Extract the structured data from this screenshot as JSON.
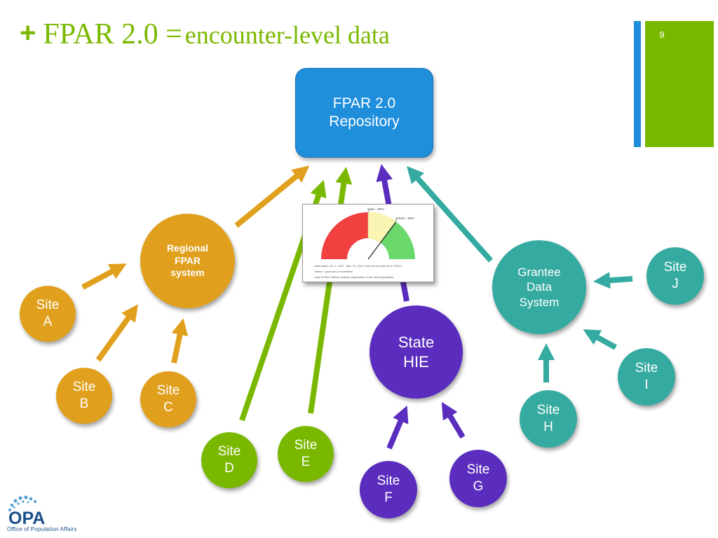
{
  "slide": {
    "title_plus": "+",
    "title_main": "FPAR 2.0 =",
    "title_sub": "encounter-level data",
    "page_number": "9"
  },
  "diagram": {
    "repository": "FPAR 2.0\nRepository",
    "regional": "Regional\nFPAR\nsystem",
    "state_hie": "State\nHIE",
    "grantee": "Grantee\nData\nSystem",
    "sites": {
      "a": "Site\nA",
      "b": "Site\nB",
      "c": "Site\nC",
      "d": "Site\nD",
      "e": "Site\nE",
      "f": "Site\nF",
      "g": "Site\nG",
      "h": "Site\nH",
      "i": "Site\nI",
      "j": "Site\nJ"
    }
  },
  "gauge": {
    "goal_label": "Goal = 50%",
    "actual_label": "Actual = 68%",
    "actual_fraction": 0.68,
    "note_1": "Data reflect Jul. 1, 2012 - Mar. 31, 2013, and are accurate as of 7/8/13.",
    "note_2": "Yellow = goal met or exceeded",
    "note_3": "Goal of 50% reflects realistic expectation of the client population."
  },
  "logo": {
    "text": "OPA",
    "subtext": "Office of Population Affairs"
  },
  "colors": {
    "green": "#7ab800",
    "blue": "#1f8fdc",
    "orange": "#e0a01d",
    "purple": "#5a2dbe",
    "teal": "#35aaa0"
  }
}
